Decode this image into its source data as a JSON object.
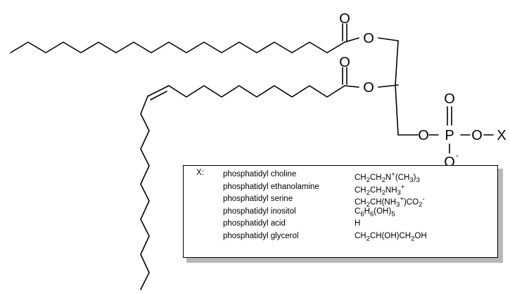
{
  "atoms": {
    "o_carbonyl_1": "O",
    "o_ester_1": "O",
    "o_carbonyl_2": "O",
    "o_ester_2": "O",
    "o_phosphate_1": "O",
    "phosphorus": "P",
    "o_phosphate_2": "O",
    "x_group": "X",
    "o_phosphoryl": "O",
    "o_anion": "O",
    "charge_minus": "-"
  },
  "legend": {
    "prefix": "X:",
    "rows": [
      {
        "name": "phosphatidyl choline",
        "formula": "CH<sub>2</sub>CH<sub>2</sub>N<sup>+</sup>(CH<sub>3</sub>)<sub>3</sub>"
      },
      {
        "name": "phosphatidyl ethanolamine",
        "formula": "CH<sub>2</sub>CH<sub>2</sub>NH<sub>3</sub><sup>+</sup>"
      },
      {
        "name": "phosphatidyl serine",
        "formula": "CH<sub>2</sub>CH(NH<sub>3</sub><sup>+</sup>)CO<sub>2</sub><sup>-</sup>"
      },
      {
        "name": "phosphatidyl inositol",
        "formula": "C<sub>6</sub>H<sub>6</sub>(OH)<sub>5</sub>"
      },
      {
        "name": "phosphatidyl acid",
        "formula": "H"
      },
      {
        "name": "phosphatidyl glycerol",
        "formula": "CH<sub>2</sub>CH(OH)CH<sub>2</sub>OH"
      }
    ]
  }
}
